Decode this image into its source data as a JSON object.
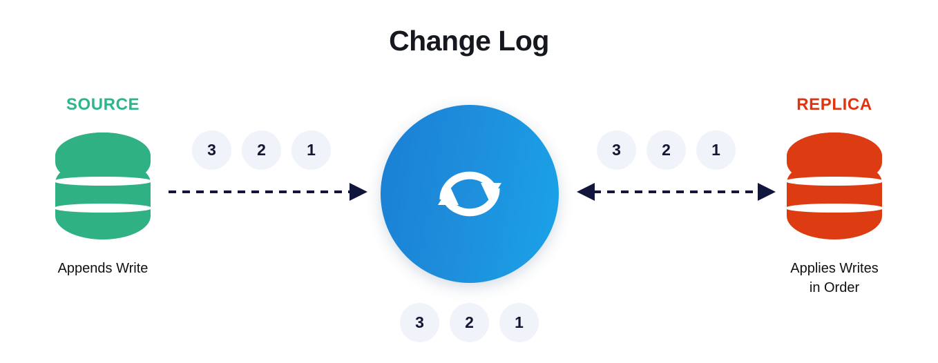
{
  "title": "Change Log",
  "colors": {
    "source": "#2DB58D",
    "replica": "#DE3412",
    "hub": "#1E8DDB",
    "badge_bg": "#F0F3FA",
    "badge_text": "#141634",
    "arrow": "#12163C",
    "title_text": "#15181F"
  },
  "source": {
    "label": "SOURCE",
    "caption": "Appends Write",
    "icon": "database-icon"
  },
  "replica": {
    "label": "REPLICA",
    "caption_line1": "Applies Writes",
    "caption_line2": "in Order",
    "icon": "database-icon"
  },
  "hub": {
    "icon": "sync-icon"
  },
  "arrows": {
    "left": {
      "name": "source-to-log-arrow",
      "style": "dashed",
      "heads": "right"
    },
    "right": {
      "name": "log-to-replica-arrow",
      "style": "dashed",
      "heads": "both"
    }
  },
  "badges": {
    "left": [
      "3",
      "2",
      "1"
    ],
    "right": [
      "3",
      "2",
      "1"
    ],
    "bottom": [
      "3",
      "2",
      "1"
    ]
  }
}
